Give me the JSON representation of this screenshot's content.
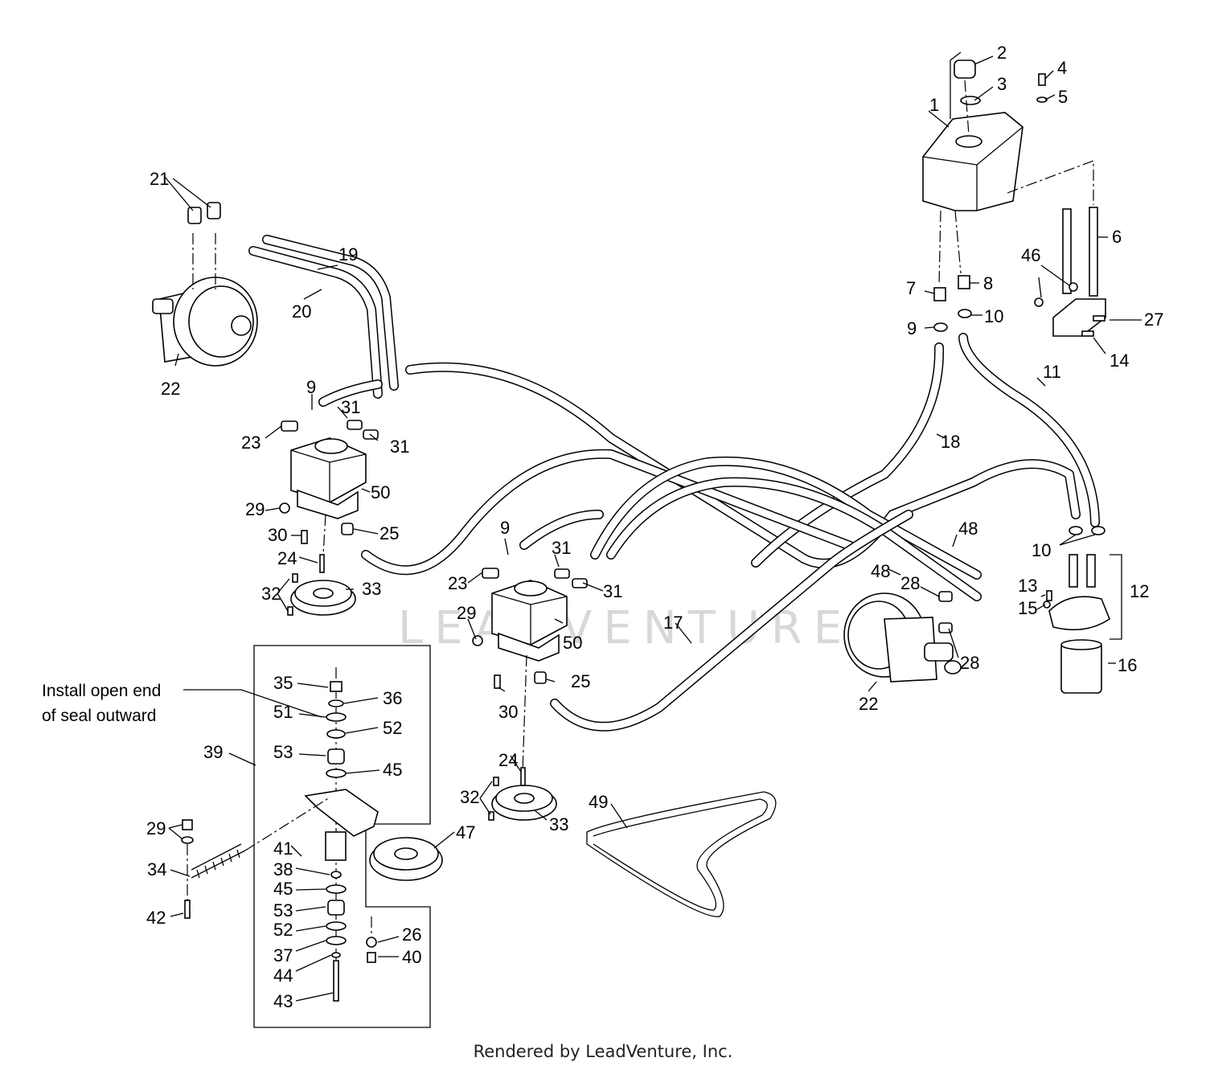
{
  "watermark": "LEADVENTURE",
  "footer": "Rendered by LeadVenture, Inc.",
  "note": {
    "line1": "Install open end",
    "line2": "of seal outward"
  },
  "callouts": [
    {
      "id": "c1",
      "text": "1"
    },
    {
      "id": "c2",
      "text": "2"
    },
    {
      "id": "c3",
      "text": "3"
    },
    {
      "id": "c4",
      "text": "4"
    },
    {
      "id": "c5",
      "text": "5"
    },
    {
      "id": "c6",
      "text": "6"
    },
    {
      "id": "c7",
      "text": "7"
    },
    {
      "id": "c8",
      "text": "8"
    },
    {
      "id": "c9a",
      "text": "9"
    },
    {
      "id": "c9b",
      "text": "9"
    },
    {
      "id": "c9c",
      "text": "9"
    },
    {
      "id": "c10a",
      "text": "10"
    },
    {
      "id": "c10b",
      "text": "10"
    },
    {
      "id": "c11",
      "text": "11"
    },
    {
      "id": "c12",
      "text": "12"
    },
    {
      "id": "c13",
      "text": "13"
    },
    {
      "id": "c14",
      "text": "14"
    },
    {
      "id": "c15",
      "text": "15"
    },
    {
      "id": "c16",
      "text": "16"
    },
    {
      "id": "c17",
      "text": "17"
    },
    {
      "id": "c18",
      "text": "18"
    },
    {
      "id": "c19",
      "text": "19"
    },
    {
      "id": "c20",
      "text": "20"
    },
    {
      "id": "c21",
      "text": "21"
    },
    {
      "id": "c22a",
      "text": "22"
    },
    {
      "id": "c22b",
      "text": "22"
    },
    {
      "id": "c23a",
      "text": "23"
    },
    {
      "id": "c23b",
      "text": "23"
    },
    {
      "id": "c24a",
      "text": "24"
    },
    {
      "id": "c24b",
      "text": "24"
    },
    {
      "id": "c25a",
      "text": "25"
    },
    {
      "id": "c25b",
      "text": "25"
    },
    {
      "id": "c26",
      "text": "26"
    },
    {
      "id": "c27",
      "text": "27"
    },
    {
      "id": "c28a",
      "text": "28"
    },
    {
      "id": "c28b",
      "text": "28"
    },
    {
      "id": "c29a",
      "text": "29"
    },
    {
      "id": "c29b",
      "text": "29"
    },
    {
      "id": "c29c",
      "text": "29"
    },
    {
      "id": "c30a",
      "text": "30"
    },
    {
      "id": "c30b",
      "text": "30"
    },
    {
      "id": "c31a",
      "text": "31"
    },
    {
      "id": "c31b",
      "text": "31"
    },
    {
      "id": "c31c",
      "text": "31"
    },
    {
      "id": "c31d",
      "text": "31"
    },
    {
      "id": "c32a",
      "text": "32"
    },
    {
      "id": "c32b",
      "text": "32"
    },
    {
      "id": "c33a",
      "text": "33"
    },
    {
      "id": "c33b",
      "text": "33"
    },
    {
      "id": "c34",
      "text": "34"
    },
    {
      "id": "c35",
      "text": "35"
    },
    {
      "id": "c36",
      "text": "36"
    },
    {
      "id": "c37",
      "text": "37"
    },
    {
      "id": "c38",
      "text": "38"
    },
    {
      "id": "c39",
      "text": "39"
    },
    {
      "id": "c40",
      "text": "40"
    },
    {
      "id": "c41",
      "text": "41"
    },
    {
      "id": "c42",
      "text": "42"
    },
    {
      "id": "c43",
      "text": "43"
    },
    {
      "id": "c44",
      "text": "44"
    },
    {
      "id": "c45a",
      "text": "45"
    },
    {
      "id": "c45b",
      "text": "45"
    },
    {
      "id": "c46",
      "text": "46"
    },
    {
      "id": "c47",
      "text": "47"
    },
    {
      "id": "c48a",
      "text": "48"
    },
    {
      "id": "c48b",
      "text": "48"
    },
    {
      "id": "c49",
      "text": "49"
    },
    {
      "id": "c50a",
      "text": "50"
    },
    {
      "id": "c50b",
      "text": "50"
    },
    {
      "id": "c51",
      "text": "51"
    },
    {
      "id": "c52a",
      "text": "52"
    },
    {
      "id": "c52b",
      "text": "52"
    },
    {
      "id": "c53a",
      "text": "53"
    },
    {
      "id": "c53b",
      "text": "53"
    }
  ]
}
